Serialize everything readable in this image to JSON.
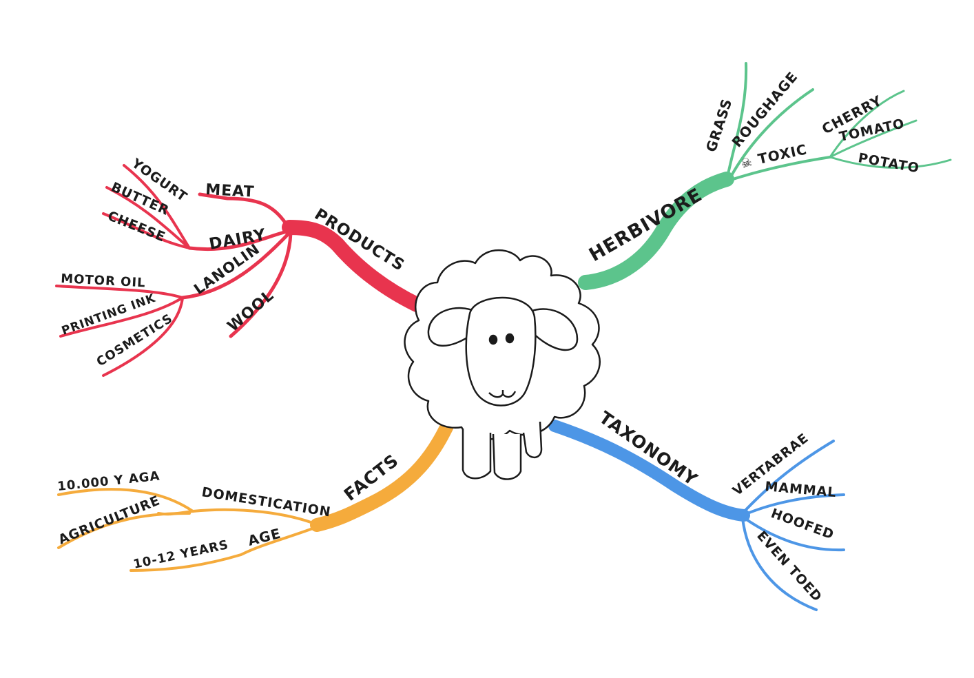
{
  "colors": {
    "products": "#e8344e",
    "herbivore": "#5cc48c",
    "taxonomy": "#4d96e6",
    "facts": "#f5ab3c",
    "ink": "#1b1b1b"
  },
  "branches": {
    "products": {
      "label": "PRODUCTS",
      "meat": "MEAT",
      "dairy": "DAIRY",
      "yogurt": "YOGURT",
      "butter": "BUTTER",
      "cheese": "CHEESE",
      "lanolin": "LANOLIN",
      "motor_oil": "MOTOR OIL",
      "printing_ink": "PRINTING INK",
      "cosmetics": "COSMETICS",
      "wool": "WOOL"
    },
    "herbivore": {
      "label": "HERBIVORE",
      "grass": "GRASS",
      "roughage": "ROUGHAGE",
      "toxic": "TOXIC",
      "cherry": "CHERRY",
      "tomato": "TOMATO",
      "potato": "POTATO"
    },
    "taxonomy": {
      "label": "TAXONOMY",
      "vertabrae": "VERTABRAE",
      "mammal": "MAMMAL",
      "hoofed": "HOOFED",
      "even_toed": "EVEN TOED"
    },
    "facts": {
      "label": "FACTS",
      "domestication": "DOMESTICATION",
      "years_ago": "10.000 Y AGA",
      "agriculture": "AGRICULTURE",
      "age": "AGE",
      "lifespan": "10-12 YEARS"
    }
  }
}
